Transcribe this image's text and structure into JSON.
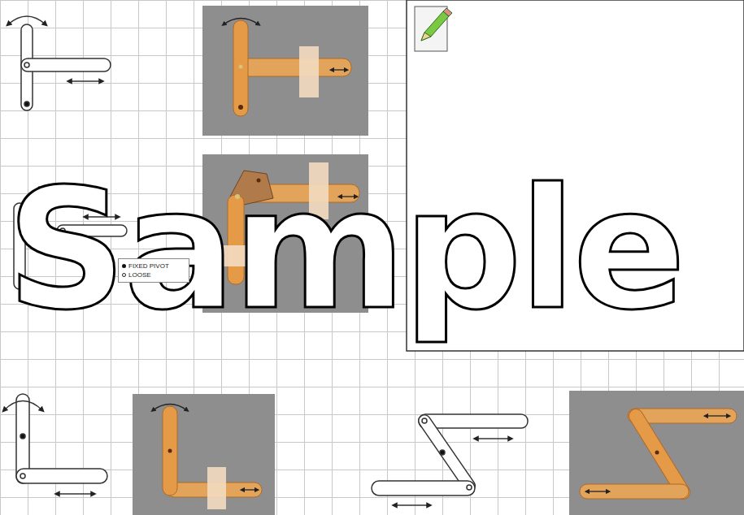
{
  "diagram": {
    "labels": [
      "Sample"
    ],
    "legend": [
      {
        "text": "FIXED PIVOT"
      },
      {
        "text": "LOOSE"
      }
    ]
  }
}
